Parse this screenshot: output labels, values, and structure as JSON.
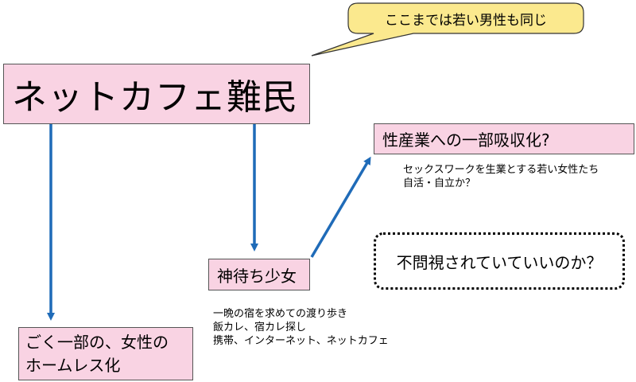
{
  "main": {
    "title": "ネットカフェ難民"
  },
  "callout": {
    "text": "ここまでは若い男性も同じ"
  },
  "sex_industry": {
    "title": "性産業への一部吸収化?",
    "notes": [
      "セックスワークを生業とする若い女性たち",
      "自活・自立か？"
    ]
  },
  "kami_machi": {
    "title": "神待ち少女",
    "notes": [
      "一晩の宿を求めての渡り歩き",
      "飯カレ、宿カレ探し",
      "携帯、インターネット、ネットカフェ"
    ]
  },
  "homeless": {
    "lines": [
      "ごく一部の、女性の",
      "ホームレス化"
    ]
  },
  "question": {
    "text": "不問視されていていいのか？"
  },
  "colors": {
    "box_fill": "#f9d3e3",
    "arrow": "#1f6bb8",
    "callout_fill": "#fbe98e"
  }
}
